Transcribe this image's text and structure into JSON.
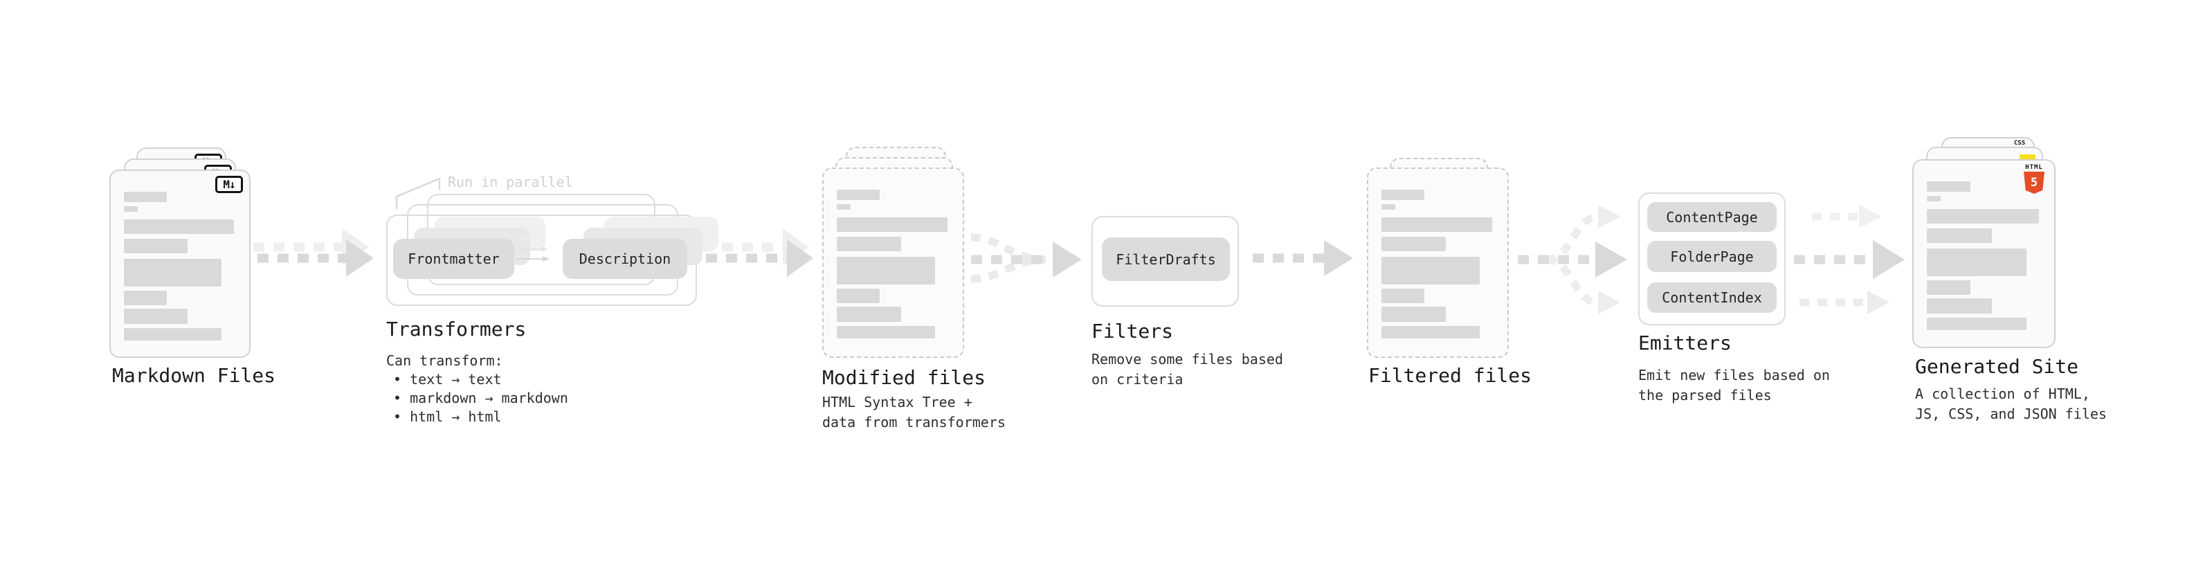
{
  "diagram": {
    "stages": {
      "markdown_files": {
        "title": "Markdown Files",
        "file_icon": "M↓"
      },
      "transformers": {
        "title": "Transformers",
        "annotation": "Run in parallel",
        "input_box": "Frontmatter",
        "output_box": "Description",
        "desc_heading": "Can transform:",
        "bullets": [
          "• text → text",
          "• markdown → markdown",
          "• html → html"
        ]
      },
      "modified_files": {
        "title": "Modified files",
        "desc": "HTML Syntax Tree +\ndata from transformers"
      },
      "filters": {
        "title": "Filters",
        "box": "FilterDrafts",
        "desc": "Remove some files based\non criteria"
      },
      "filtered_files": {
        "title": "Filtered files"
      },
      "emitters": {
        "title": "Emitters",
        "boxes": [
          "ContentPage",
          "FolderPage",
          "ContentIndex"
        ],
        "desc": "Emit new files based on\nthe parsed files"
      },
      "generated_site": {
        "title": "Generated Site",
        "desc": "A collection of HTML,\nJS, CSS, and JSON files",
        "html5_icon_label": "HTML",
        "html5_icon_glyph": "5",
        "css_icon_label": "CSS"
      }
    },
    "colors": {
      "html5_orange": "#e44d26",
      "js_yellow": "#f7df1e",
      "css_blue": "#2965f1",
      "bar_gray": "#d9d9d9",
      "badge_gray": "#dcdcdc",
      "arrow_gray": "#d9d9d9"
    }
  }
}
